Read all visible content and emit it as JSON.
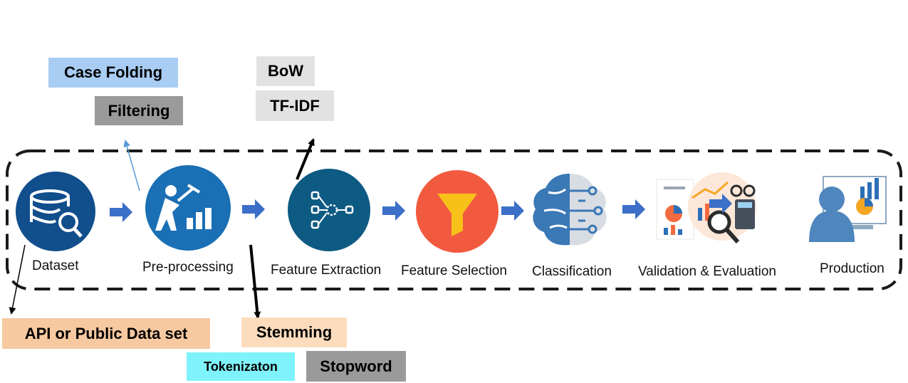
{
  "stages": [
    {
      "label": "Dataset",
      "icon": "database-search-icon"
    },
    {
      "label": "Pre-processing",
      "icon": "worker-chart-icon"
    },
    {
      "label": "Feature Extraction",
      "icon": "network-gear-icon"
    },
    {
      "label": "Feature Selection",
      "icon": "funnel-icon"
    },
    {
      "label": "Classification",
      "icon": "brain-circuit-icon"
    },
    {
      "label": "Validation & Evaluation",
      "icon": "analytics-magnifier-icon"
    },
    {
      "label": "Production",
      "icon": "user-dashboard-icon"
    }
  ],
  "tags": {
    "case_folding": "Case Folding",
    "filtering": "Filtering",
    "bow": "BoW",
    "tfidf": "TF-IDF",
    "api": "API or Public Data set",
    "stemming": "Stemming",
    "tokenization": "Tokenizaton",
    "stopword": "Stopword"
  },
  "colors": {
    "stage_blue": "#1a6fb5",
    "dataset_blue": "#114e8c",
    "extraction_blue": "#0d5a82",
    "selection_red": "#f25a3f",
    "funnel_yellow": "#f7c11a",
    "arrow_blue": "#3b6fc8",
    "case_folding_bg": "#a9ccf3",
    "filtering_bg": "#9a9a9a",
    "bow_bg": "#e2e2e2",
    "api_bg": "#f7c9a0",
    "stemming_bg": "#fcdcbd",
    "tokenization_bg": "#7ff3fb",
    "stopword_bg": "#9a9a9a"
  }
}
